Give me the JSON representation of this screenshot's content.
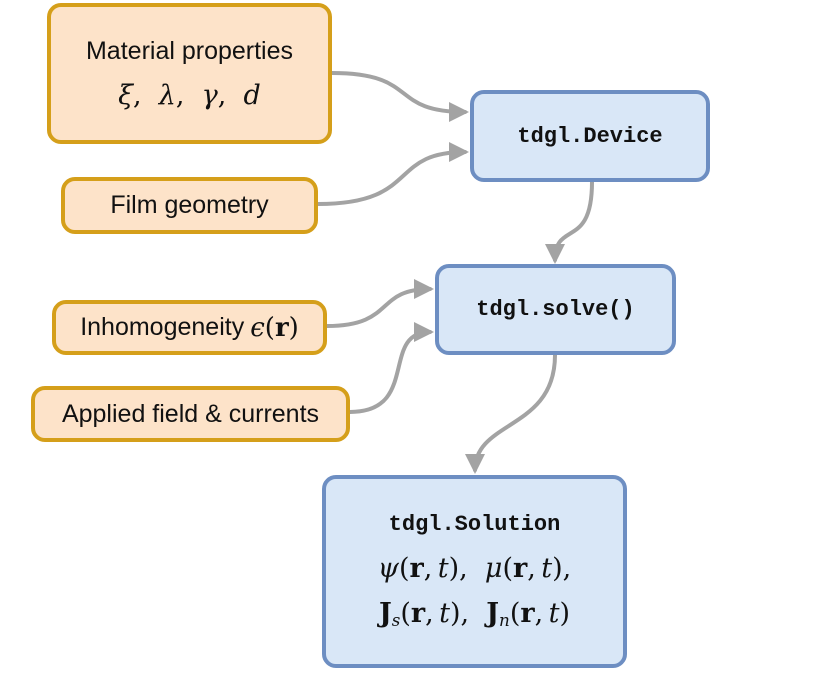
{
  "inputs": {
    "material": {
      "label": "Material properties",
      "symbols": [
        "ξ",
        "λ",
        "γ",
        "d"
      ]
    },
    "geometry": {
      "label": "Film geometry"
    },
    "inhomogeneity": {
      "label": "Inhomogeneity",
      "symbol": "ϵ",
      "arg": "r"
    },
    "applied": {
      "label": "Applied field & currents"
    }
  },
  "device": {
    "label": "tdgl.Device"
  },
  "solve": {
    "label": "tdgl.solve()"
  },
  "solution": {
    "label": "tdgl.Solution",
    "line1": {
      "psi": "ψ",
      "mu": "μ",
      "r": "r",
      "t": "t"
    },
    "line2": {
      "J": "J",
      "s": "s",
      "n": "n",
      "r": "r",
      "t": "t"
    }
  },
  "colors": {
    "input_fill": "#fde3c9",
    "input_border": "#d59f1a",
    "op_fill": "#d9e7f7",
    "op_border": "#6d8ec2",
    "arrow": "#a3a3a3"
  }
}
